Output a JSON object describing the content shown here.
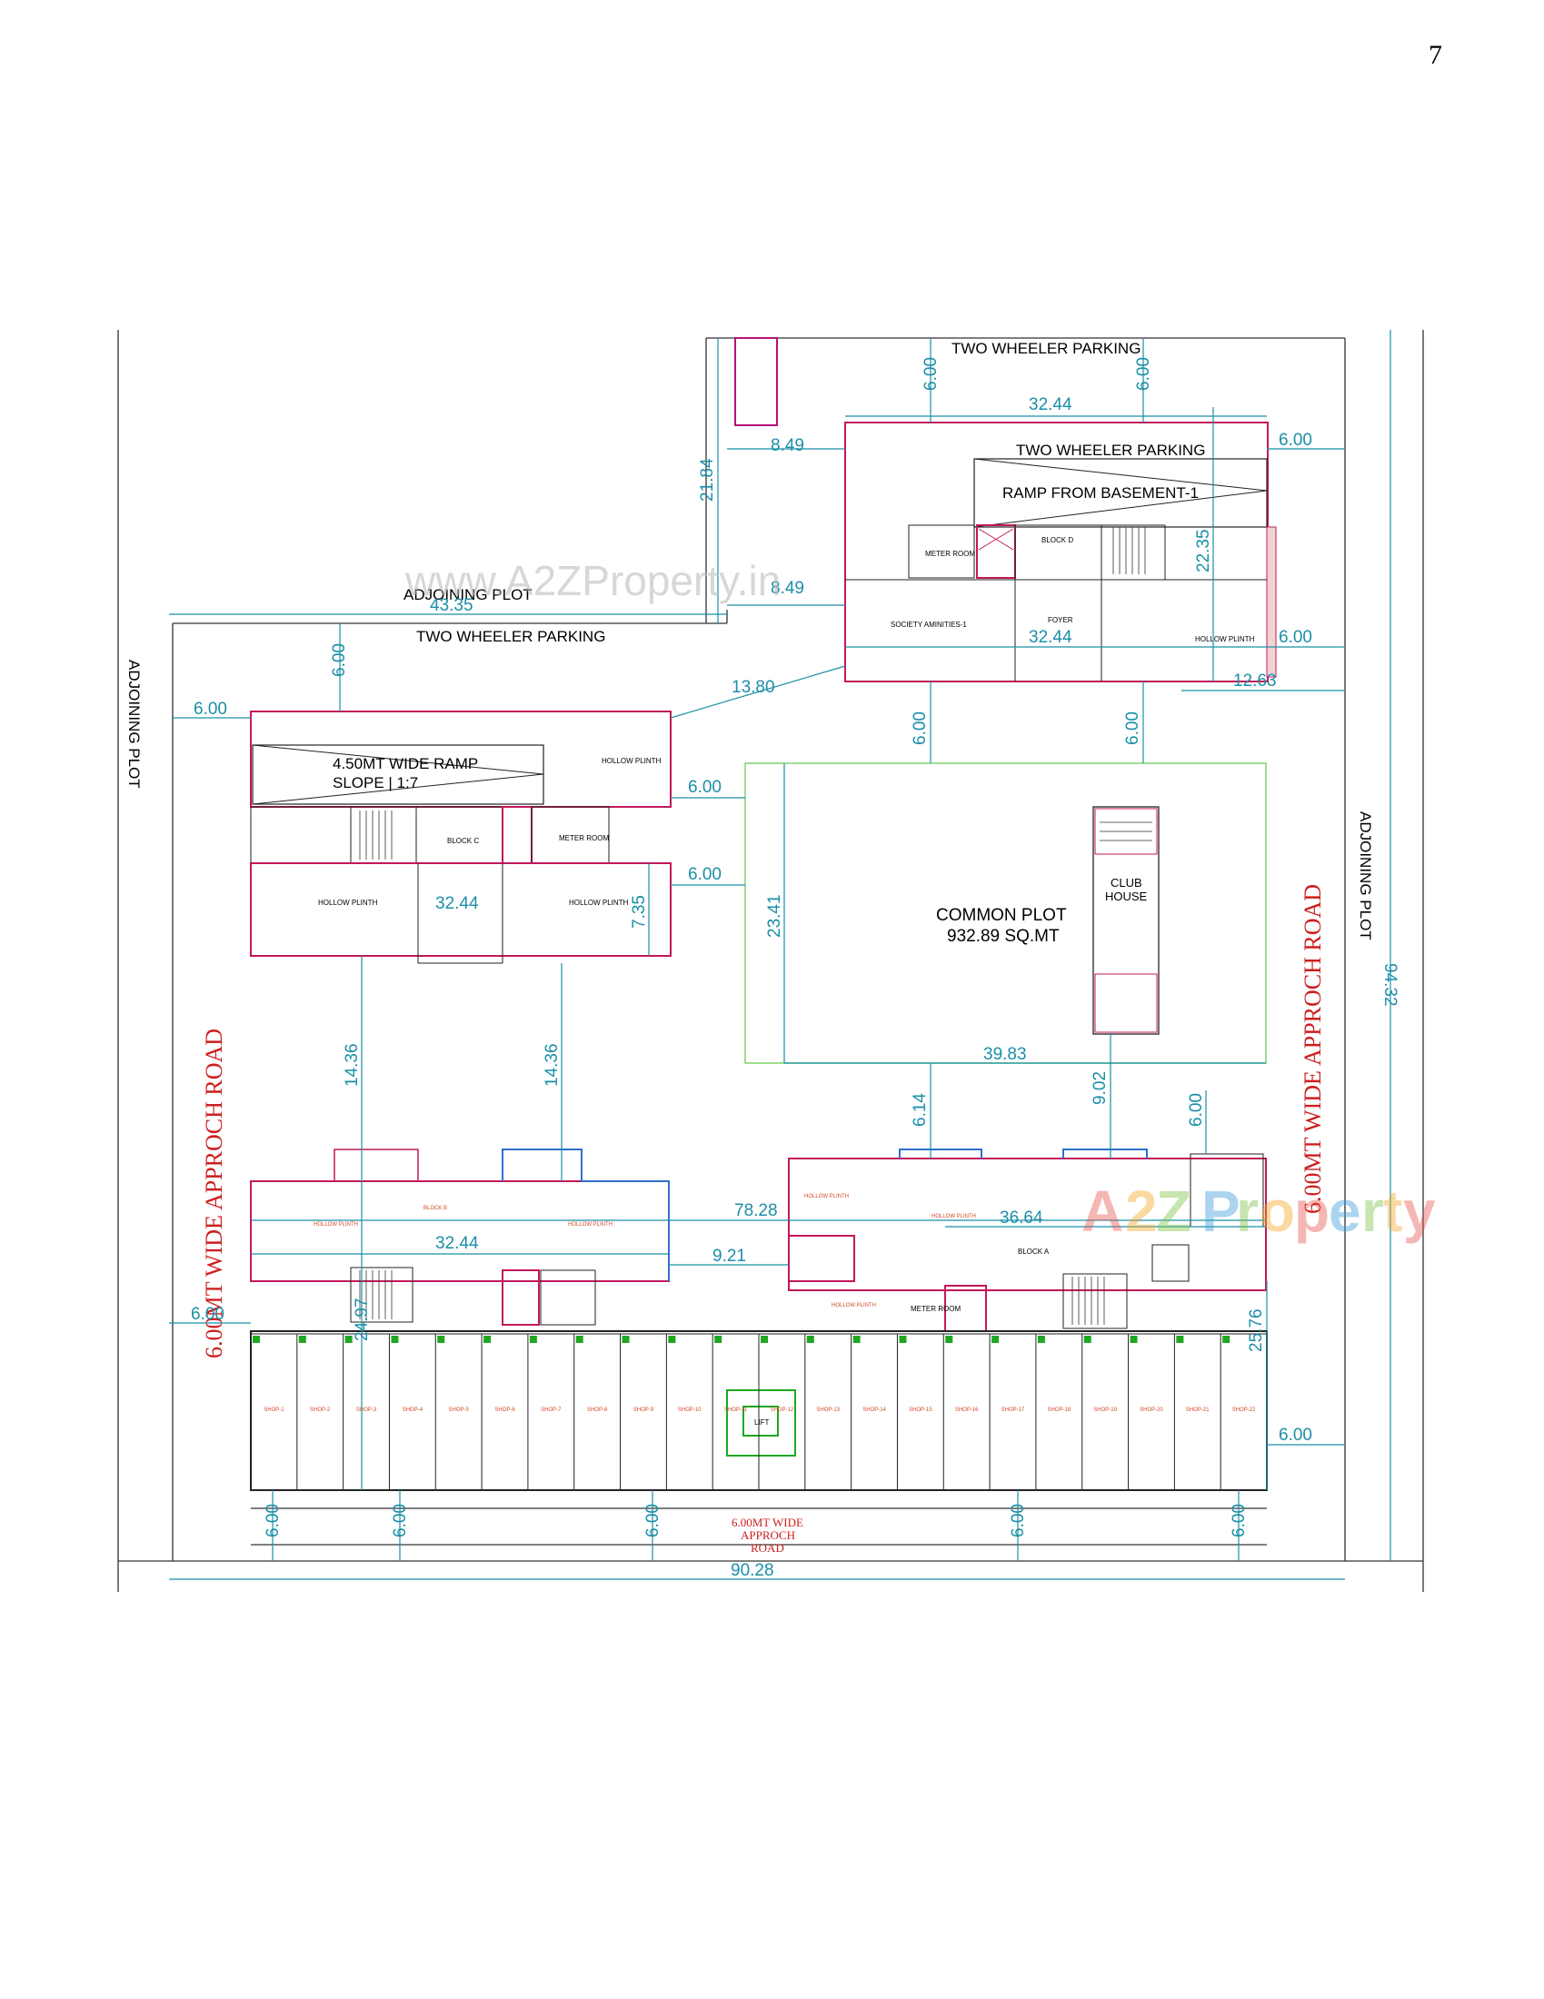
{
  "page_number": "7",
  "watermark": "www.A2ZProperty.in",
  "logo": {
    "text": "A2Z Property",
    "colors": [
      "#e8554e",
      "#f5a623",
      "#7cc243",
      "#3a9ad9"
    ]
  },
  "labels": {
    "two_wheeler_parking_top": "TWO WHEELER PARKING",
    "two_wheeler_parking_block_d": "TWO WHEELER PARKING",
    "two_wheeler_parking_left": "TWO WHEELER PARKING",
    "ramp_from_basement": "RAMP FROM BASEMENT-1",
    "adjoining_plot_top": "ADJOINING PLOT",
    "adjoining_plot_left": "ADJOINING PLOT",
    "adjoining_plot_right": "ADJOINING PLOT",
    "ramp_line1": "4.50MT WIDE RAMP",
    "ramp_line2": "SLOPE | 1:7",
    "common_plot_line1": "COMMON PLOT",
    "common_plot_line2": "932.89 SQ.MT",
    "club_house_line1": "CLUB",
    "club_house_line2": "HOUSE",
    "road_left": "6.00MT WIDE APPROCH ROAD",
    "road_right": "6.00MT WIDE APPROCH ROAD",
    "road_bottom_line1": "6.00MT WIDE",
    "road_bottom_line2": "APPROCH",
    "road_bottom_line3": "ROAD",
    "block_a": "BLOCK A",
    "block_b": "BLOCK B",
    "block_c": "BLOCK C",
    "block_d": "BLOCK D",
    "meter_room": "METER ROOM",
    "hollow_plinth": "HOLLOW PLINTH",
    "society_amenities": "SOCIETY AMINITIES-1",
    "foyer": "FOYER",
    "lift": "LIFT"
  },
  "dimensions": {
    "d_6_00": "6.00",
    "d_32_44": "32.44",
    "d_8_49": "8.49",
    "d_21_84": "21.84",
    "d_22_35": "22.35",
    "d_43_35": "43.35",
    "d_13_80": "13.80",
    "d_12_63": "12.63",
    "d_23_41": "23.41",
    "d_39_83": "39.83",
    "d_7_35": "7.35",
    "d_14_36": "14.36",
    "d_6_14": "6.14",
    "d_9_02": "9.02",
    "d_78_28": "78.28",
    "d_36_64": "36.64",
    "d_9_21": "9.21",
    "d_24_97": "24.97",
    "d_25_76": "25.76",
    "d_94_32": "94.32",
    "d_90_28": "90.28"
  },
  "shops": [
    "SHOP-1",
    "SHOP-2",
    "SHOP-3",
    "SHOP-4",
    "SHOP-5",
    "SHOP-6",
    "SHOP-7",
    "SHOP-8",
    "SHOP-9",
    "SHOP-10",
    "SHOP-11",
    "SHOP-12",
    "SHOP-13",
    "SHOP-14",
    "SHOP-15",
    "SHOP-16",
    "SHOP-17",
    "SHOP-18",
    "SHOP-19",
    "SHOP-20",
    "SHOP-21",
    "SHOP-22"
  ],
  "colors": {
    "dimension": "#1b8fa8",
    "wall": "#c2185b",
    "road_text": "#cc1f1f",
    "common_plot_border": "#7dd36b",
    "block_outline": "#2f6fd0"
  }
}
